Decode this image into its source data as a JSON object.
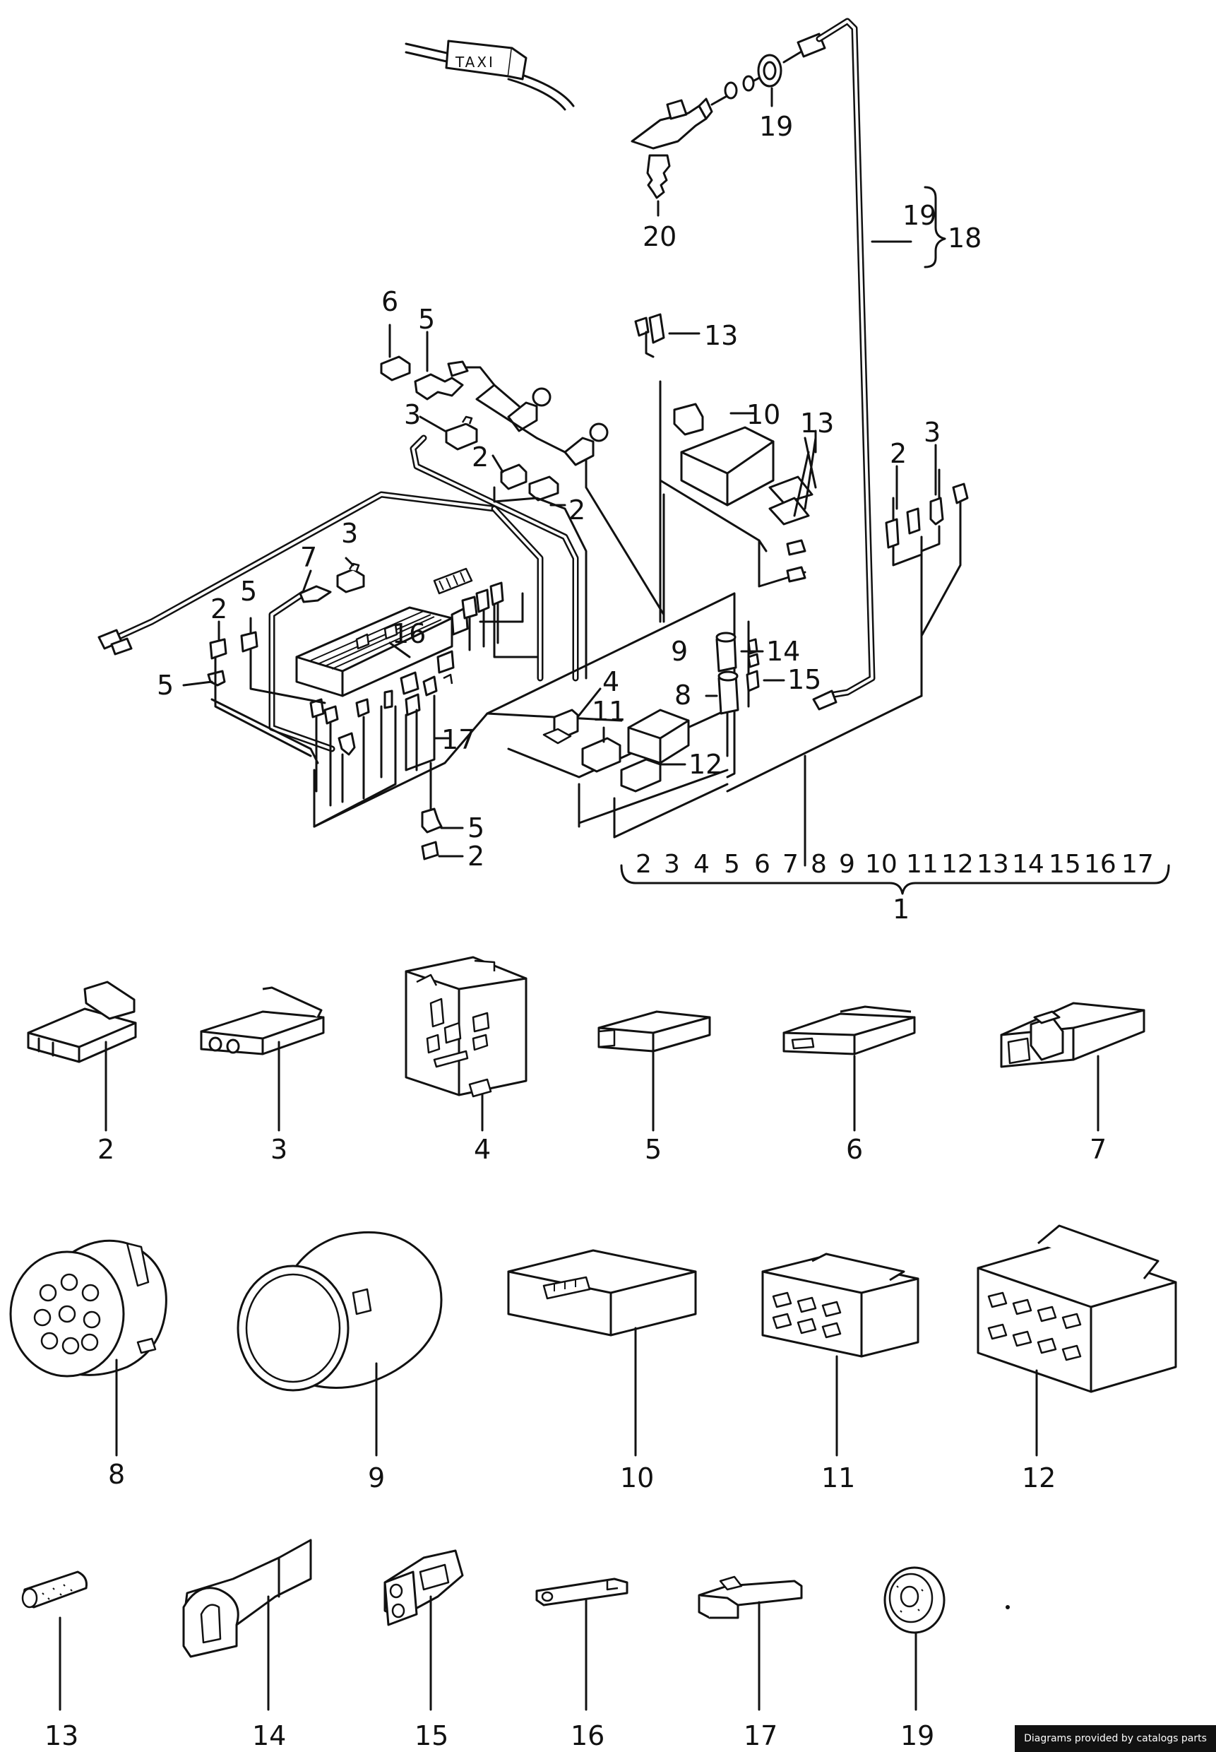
{
  "taxi_sign": "TAXI",
  "harness": {
    "callouts": [
      {
        "id": "c19-top",
        "text": "19"
      },
      {
        "id": "c20",
        "text": "20"
      },
      {
        "id": "c19-bracket",
        "text": "19"
      },
      {
        "id": "c18",
        "text": "18"
      },
      {
        "id": "c6-top",
        "text": "6"
      },
      {
        "id": "c5-top",
        "text": "5"
      },
      {
        "id": "c13-top",
        "text": "13"
      },
      {
        "id": "c3-upper",
        "text": "3"
      },
      {
        "id": "c10-upper",
        "text": "10"
      },
      {
        "id": "c13-mid",
        "text": "13"
      },
      {
        "id": "c2-upper",
        "text": "2"
      },
      {
        "id": "c2-upper-b",
        "text": "2"
      },
      {
        "id": "c2-right",
        "text": "2"
      },
      {
        "id": "c3-right",
        "text": "3"
      },
      {
        "id": "c3-left",
        "text": "3"
      },
      {
        "id": "c7-left",
        "text": "7"
      },
      {
        "id": "c5-left",
        "text": "5"
      },
      {
        "id": "c2-left",
        "text": "2"
      },
      {
        "id": "c16",
        "text": "16"
      },
      {
        "id": "c9-mid",
        "text": "9"
      },
      {
        "id": "c14-mid",
        "text": "14"
      },
      {
        "id": "c5-far-left",
        "text": "5"
      },
      {
        "id": "c8-mid",
        "text": "8"
      },
      {
        "id": "c15-mid",
        "text": "15"
      },
      {
        "id": "c4-mid",
        "text": "4"
      },
      {
        "id": "c11-mid",
        "text": "11"
      },
      {
        "id": "c17-mid",
        "text": "17"
      },
      {
        "id": "c12-mid",
        "text": "12"
      },
      {
        "id": "c5-bottom",
        "text": "5"
      },
      {
        "id": "c2-bottom",
        "text": "2"
      }
    ],
    "bracket_list": [
      "2",
      "3",
      "4",
      "5",
      "6",
      "7",
      "8",
      "9",
      "10",
      "11",
      "12",
      "13",
      "14",
      "15",
      "16",
      "17"
    ],
    "bracket_total": "1"
  },
  "parts_row1": [
    {
      "label": "2",
      "icon": "flat-connector-housing-icon"
    },
    {
      "label": "3",
      "icon": "two-pin-connector-icon"
    },
    {
      "label": "4",
      "icon": "relay-socket-icon"
    },
    {
      "label": "5",
      "icon": "single-pin-connector-icon"
    },
    {
      "label": "6",
      "icon": "flat-single-connector-icon"
    },
    {
      "label": "7",
      "icon": "latched-connector-icon"
    }
  ],
  "parts_row2": [
    {
      "label": "8",
      "icon": "round-multipin-connector-icon"
    },
    {
      "label": "9",
      "icon": "round-housing-icon"
    },
    {
      "label": "10",
      "icon": "rectangular-housing-icon"
    },
    {
      "label": "11",
      "icon": "six-pin-housing-icon"
    },
    {
      "label": "12",
      "icon": "eight-pin-housing-icon"
    }
  ],
  "parts_row3": [
    {
      "label": "13",
      "icon": "crimp-sleeve-icon"
    },
    {
      "label": "14",
      "icon": "single-terminal-housing-icon"
    },
    {
      "label": "15",
      "icon": "double-terminal-housing-icon"
    },
    {
      "label": "16",
      "icon": "flat-terminal-icon"
    },
    {
      "label": "17",
      "icon": "flat-receptacle-icon"
    },
    {
      "label": "19",
      "icon": "grommet-icon"
    }
  ],
  "watermark": "Diagrams provided by catalogs parts"
}
